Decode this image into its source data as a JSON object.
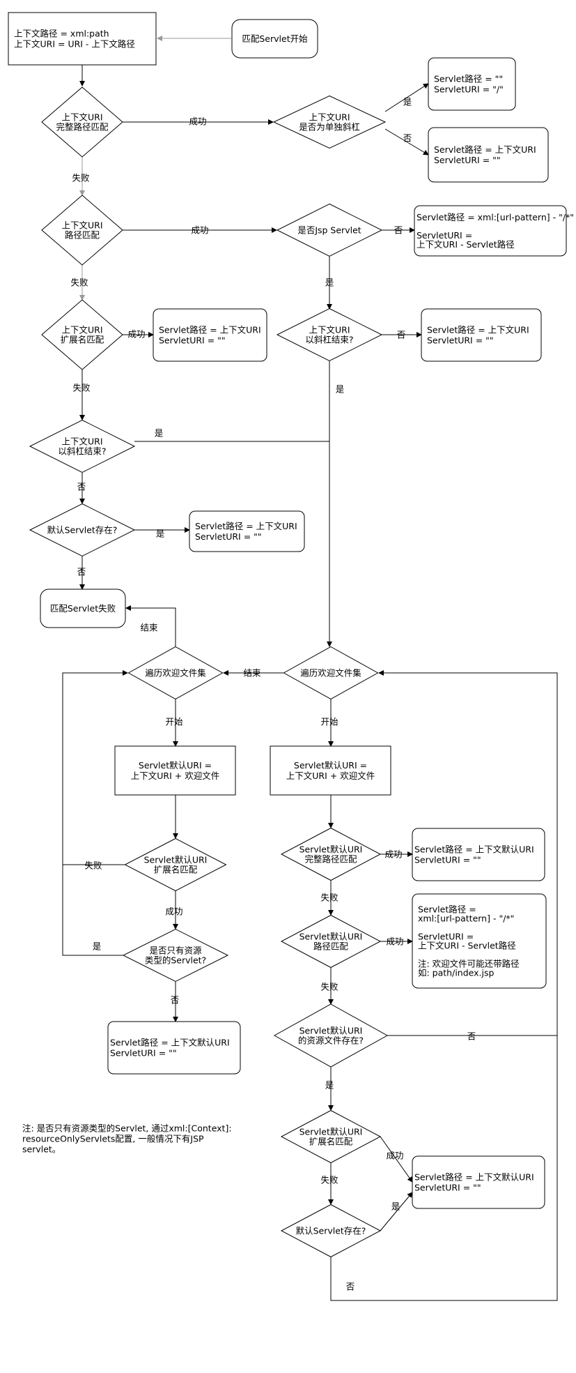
{
  "nodes": {
    "root_box": [
      "上下文路径 = xml:path",
      "上下文URI = URI - 上下文路径"
    ],
    "start": [
      "匹配Servlet开始"
    ],
    "d_full": [
      "上下文URI",
      "完整路径匹配"
    ],
    "d_only_slash": [
      "上下文URI",
      "是否为单独斜杠"
    ],
    "r_root": [
      "Servlet路径 = \"\"",
      "ServletURI = \"/\""
    ],
    "r_exact": [
      "Servlet路径 = 上下文URI",
      "ServletURI = \"\""
    ],
    "d_path": [
      "上下文URI",
      "路径匹配"
    ],
    "d_jsp": [
      "是否Jsp Servlet"
    ],
    "r_path": [
      "Servlet路径 = xml:[url-pattern] - \"/*\"",
      "",
      "ServletURI =",
      "上下文URI - Servlet路径"
    ],
    "d_ext": [
      "上下文URI",
      "扩展名匹配"
    ],
    "r_ext": [
      "Servlet路径 = 上下文URI",
      "ServletURI = \"\""
    ],
    "d_jsp_slash": [
      "上下文URI",
      "以斜杠结束?"
    ],
    "r_jsp_slash": [
      "Servlet路径 = 上下文URI",
      "ServletURI = \"\""
    ],
    "d_slash": [
      "上下文URI",
      "以斜杠结束?"
    ],
    "d_default": [
      "默认Servlet存在?"
    ],
    "r_default": [
      "Servlet路径 = 上下文URI",
      "ServletURI = \"\""
    ],
    "fail": [
      "匹配Servlet失败"
    ],
    "l_loop": [
      "遍历欢迎文件集"
    ],
    "r_loop": [
      "遍历欢迎文件集"
    ],
    "l_box": [
      "Servlet默认URI =",
      "上下文URI + 欢迎文件"
    ],
    "r_box": [
      "Servlet默认URI =",
      "上下文URI + 欢迎文件"
    ],
    "l_ext": [
      "Servlet默认URI",
      "扩展名匹配"
    ],
    "l_res": [
      "是否只有资源",
      "类型的Servlet?"
    ],
    "l_result": [
      "Servlet路径 = 上下文默认URI",
      "ServletURI = \"\""
    ],
    "w_full": [
      "Servlet默认URI",
      "完整路径匹配"
    ],
    "w_full_r": [
      "Servlet路径 = 上下文默认URI",
      "ServletURI = \"\""
    ],
    "w_path": [
      "Servlet默认URI",
      "路径匹配"
    ],
    "w_path_r": [
      "Servlet路径 =",
      "xml:[url-pattern] - \"/*\"",
      "",
      "ServletURI =",
      "上下文URI - Servlet路径",
      "",
      "注: 欢迎文件可能还带路径",
      "如: path/index.jsp"
    ],
    "w_exists": [
      "Servlet默认URI",
      "的资源文件存在?"
    ],
    "w_ext": [
      "Servlet默认URI",
      "扩展名匹配"
    ],
    "w_default": [
      "默认Servlet存在?"
    ],
    "w_result": [
      "Servlet路径 = 上下文默认URI",
      "ServletURI = \"\""
    ],
    "note": [
      "注: 是否只有资源类型的Servlet, 通过xml:[Context]:",
      "resourceOnlyServlets配置, 一般情况下有JSP",
      "servlet。"
    ]
  },
  "labels": {
    "success": "成功",
    "fail": "失败",
    "yes": "是",
    "no": "否",
    "begin": "开始",
    "end": "结束"
  },
  "colors": {
    "fail_label": "#ff0000",
    "start_text": "#1a1aff",
    "fail_node_text": "#ff0000"
  }
}
